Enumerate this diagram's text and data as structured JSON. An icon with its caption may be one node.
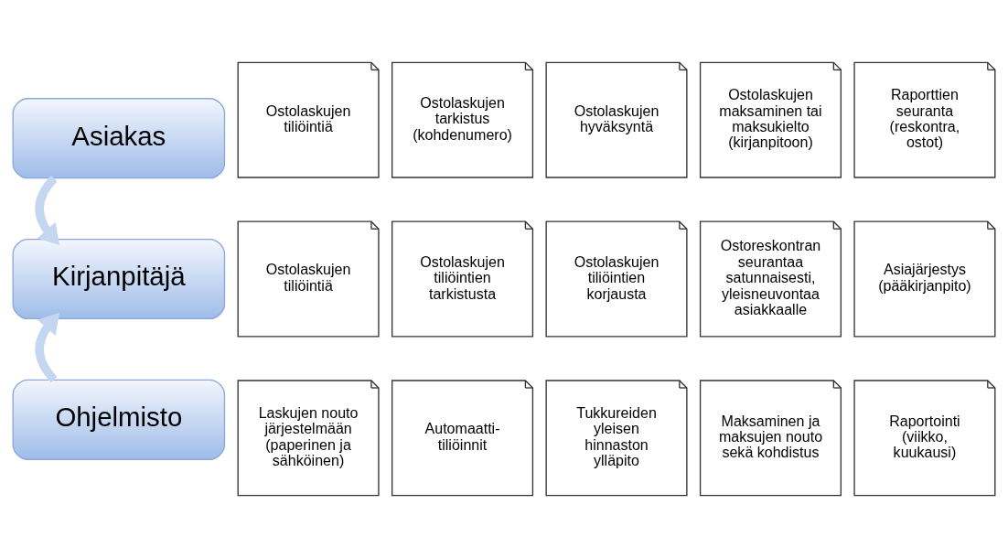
{
  "diagram": {
    "nodes": [
      {
        "text": [
          "Asiakas"
        ]
      },
      {
        "text": [
          "Kirjanpitäjä"
        ]
      },
      {
        "text": [
          "Ohjelmisto"
        ]
      },
      {
        "text": [
          "Ostolaskujen tiliöintiä"
        ]
      },
      {
        "text": [
          "Ostolaskujen tarkistus (kohdenumero)"
        ]
      },
      {
        "text": [
          "Ostolaskujen hyväksyntä"
        ]
      },
      {
        "text": [
          "Ostolaskujen maksaminen tai maksukielto (kirjanpitoon)"
        ]
      },
      {
        "text": [
          "Raporttien seuranta (reskontra, ostot)"
        ]
      },
      {
        "text": [
          "Ostolaskujen tiliöintiä"
        ]
      },
      {
        "text": [
          "Ostolaskujen tiliöintien tarkistusta"
        ]
      },
      {
        "text": [
          "Ostolaskujen tiliöintien korjausta"
        ]
      },
      {
        "text": [
          "Ostoreskontran seurantaa satunnaisesti, yleisneuvontaa asiakkaalle"
        ]
      },
      {
        "text": [
          "Asiajärjestys (pääkirjanpito)"
        ]
      },
      {
        "text": [
          "Laskujen nouto järjestelmään (paperinen ja sähköinen)"
        ]
      },
      {
        "text": [
          "Automaatti-tiliöinnit"
        ]
      },
      {
        "text": [
          "Tukkureiden yleisen hinnaston ylläpito"
        ]
      },
      {
        "text": [
          "Maksaminen ja maksujen nouto sekä kohdistus"
        ]
      },
      {
        "text": [
          "Raportointi (viikko, kuukausi)"
        ]
      }
    ],
    "edges": [
      {
        "from": 0,
        "to": 1,
        "arrow": "to"
      },
      {
        "from": 2,
        "to": 1,
        "arrow": "to"
      }
    ]
  }
}
